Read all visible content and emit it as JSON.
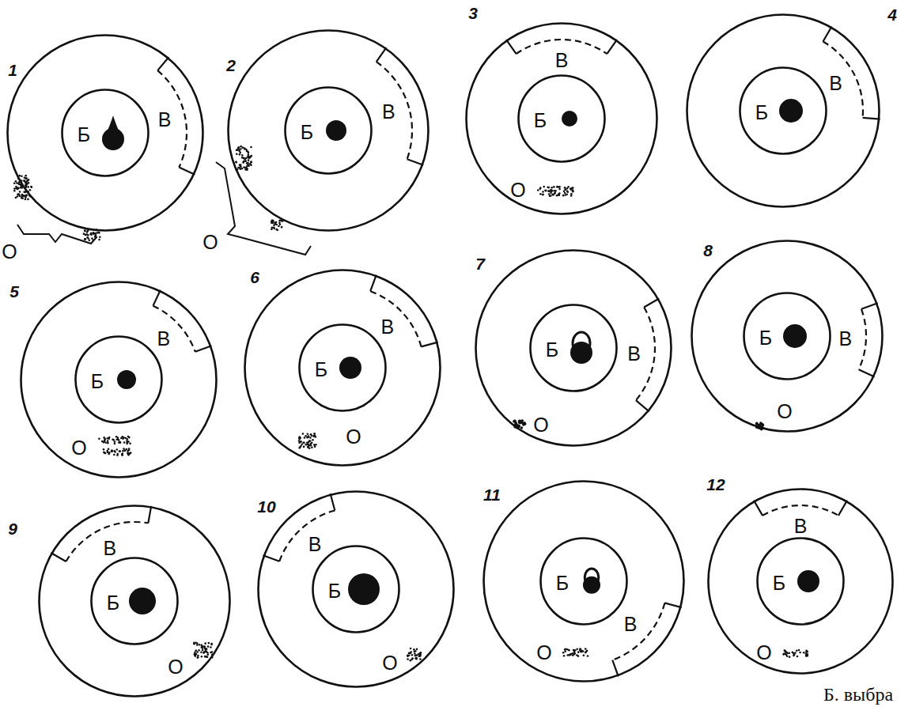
{
  "diagram": {
    "nodes": [
      {
        "text": [
          "1",
          "В",
          "О"
        ]
      },
      {
        "text": [
          "Б"
        ],
        "in": 0
      },
      {
        "text": [
          "2",
          "В",
          "О"
        ]
      },
      {
        "text": [
          "Б"
        ],
        "in": 2
      },
      {
        "text": [
          "3",
          "В",
          "О"
        ]
      },
      {
        "text": [
          "Б"
        ],
        "in": 4
      },
      {
        "text": [
          "4",
          "В"
        ]
      },
      {
        "text": [
          "Б"
        ],
        "in": 6
      },
      {
        "text": [
          "5",
          "В",
          "О"
        ]
      },
      {
        "text": [
          "Б"
        ],
        "in": 8
      },
      {
        "text": [
          "6",
          "В",
          "О"
        ]
      },
      {
        "text": [
          "Б"
        ],
        "in": 10
      },
      {
        "text": [
          "7",
          "В",
          "О"
        ]
      },
      {
        "text": [
          "Б"
        ],
        "in": 12
      },
      {
        "text": [
          "8",
          "В",
          "О"
        ]
      },
      {
        "text": [
          "Б"
        ],
        "in": 14
      },
      {
        "text": [
          "9",
          "В",
          "О"
        ]
      },
      {
        "text": [
          "Б"
        ],
        "in": 16
      },
      {
        "text": [
          "10",
          "В",
          "О"
        ]
      },
      {
        "text": [
          "Б"
        ],
        "in": 18
      },
      {
        "text": [
          "11",
          "В",
          "О"
        ]
      },
      {
        "text": [
          "Б"
        ],
        "in": 20
      },
      {
        "text": [
          "12",
          "В",
          "О"
        ]
      },
      {
        "text": [
          "Б"
        ],
        "in": 22
      }
    ],
    "labels": [
      "Б. выбра"
    ]
  }
}
